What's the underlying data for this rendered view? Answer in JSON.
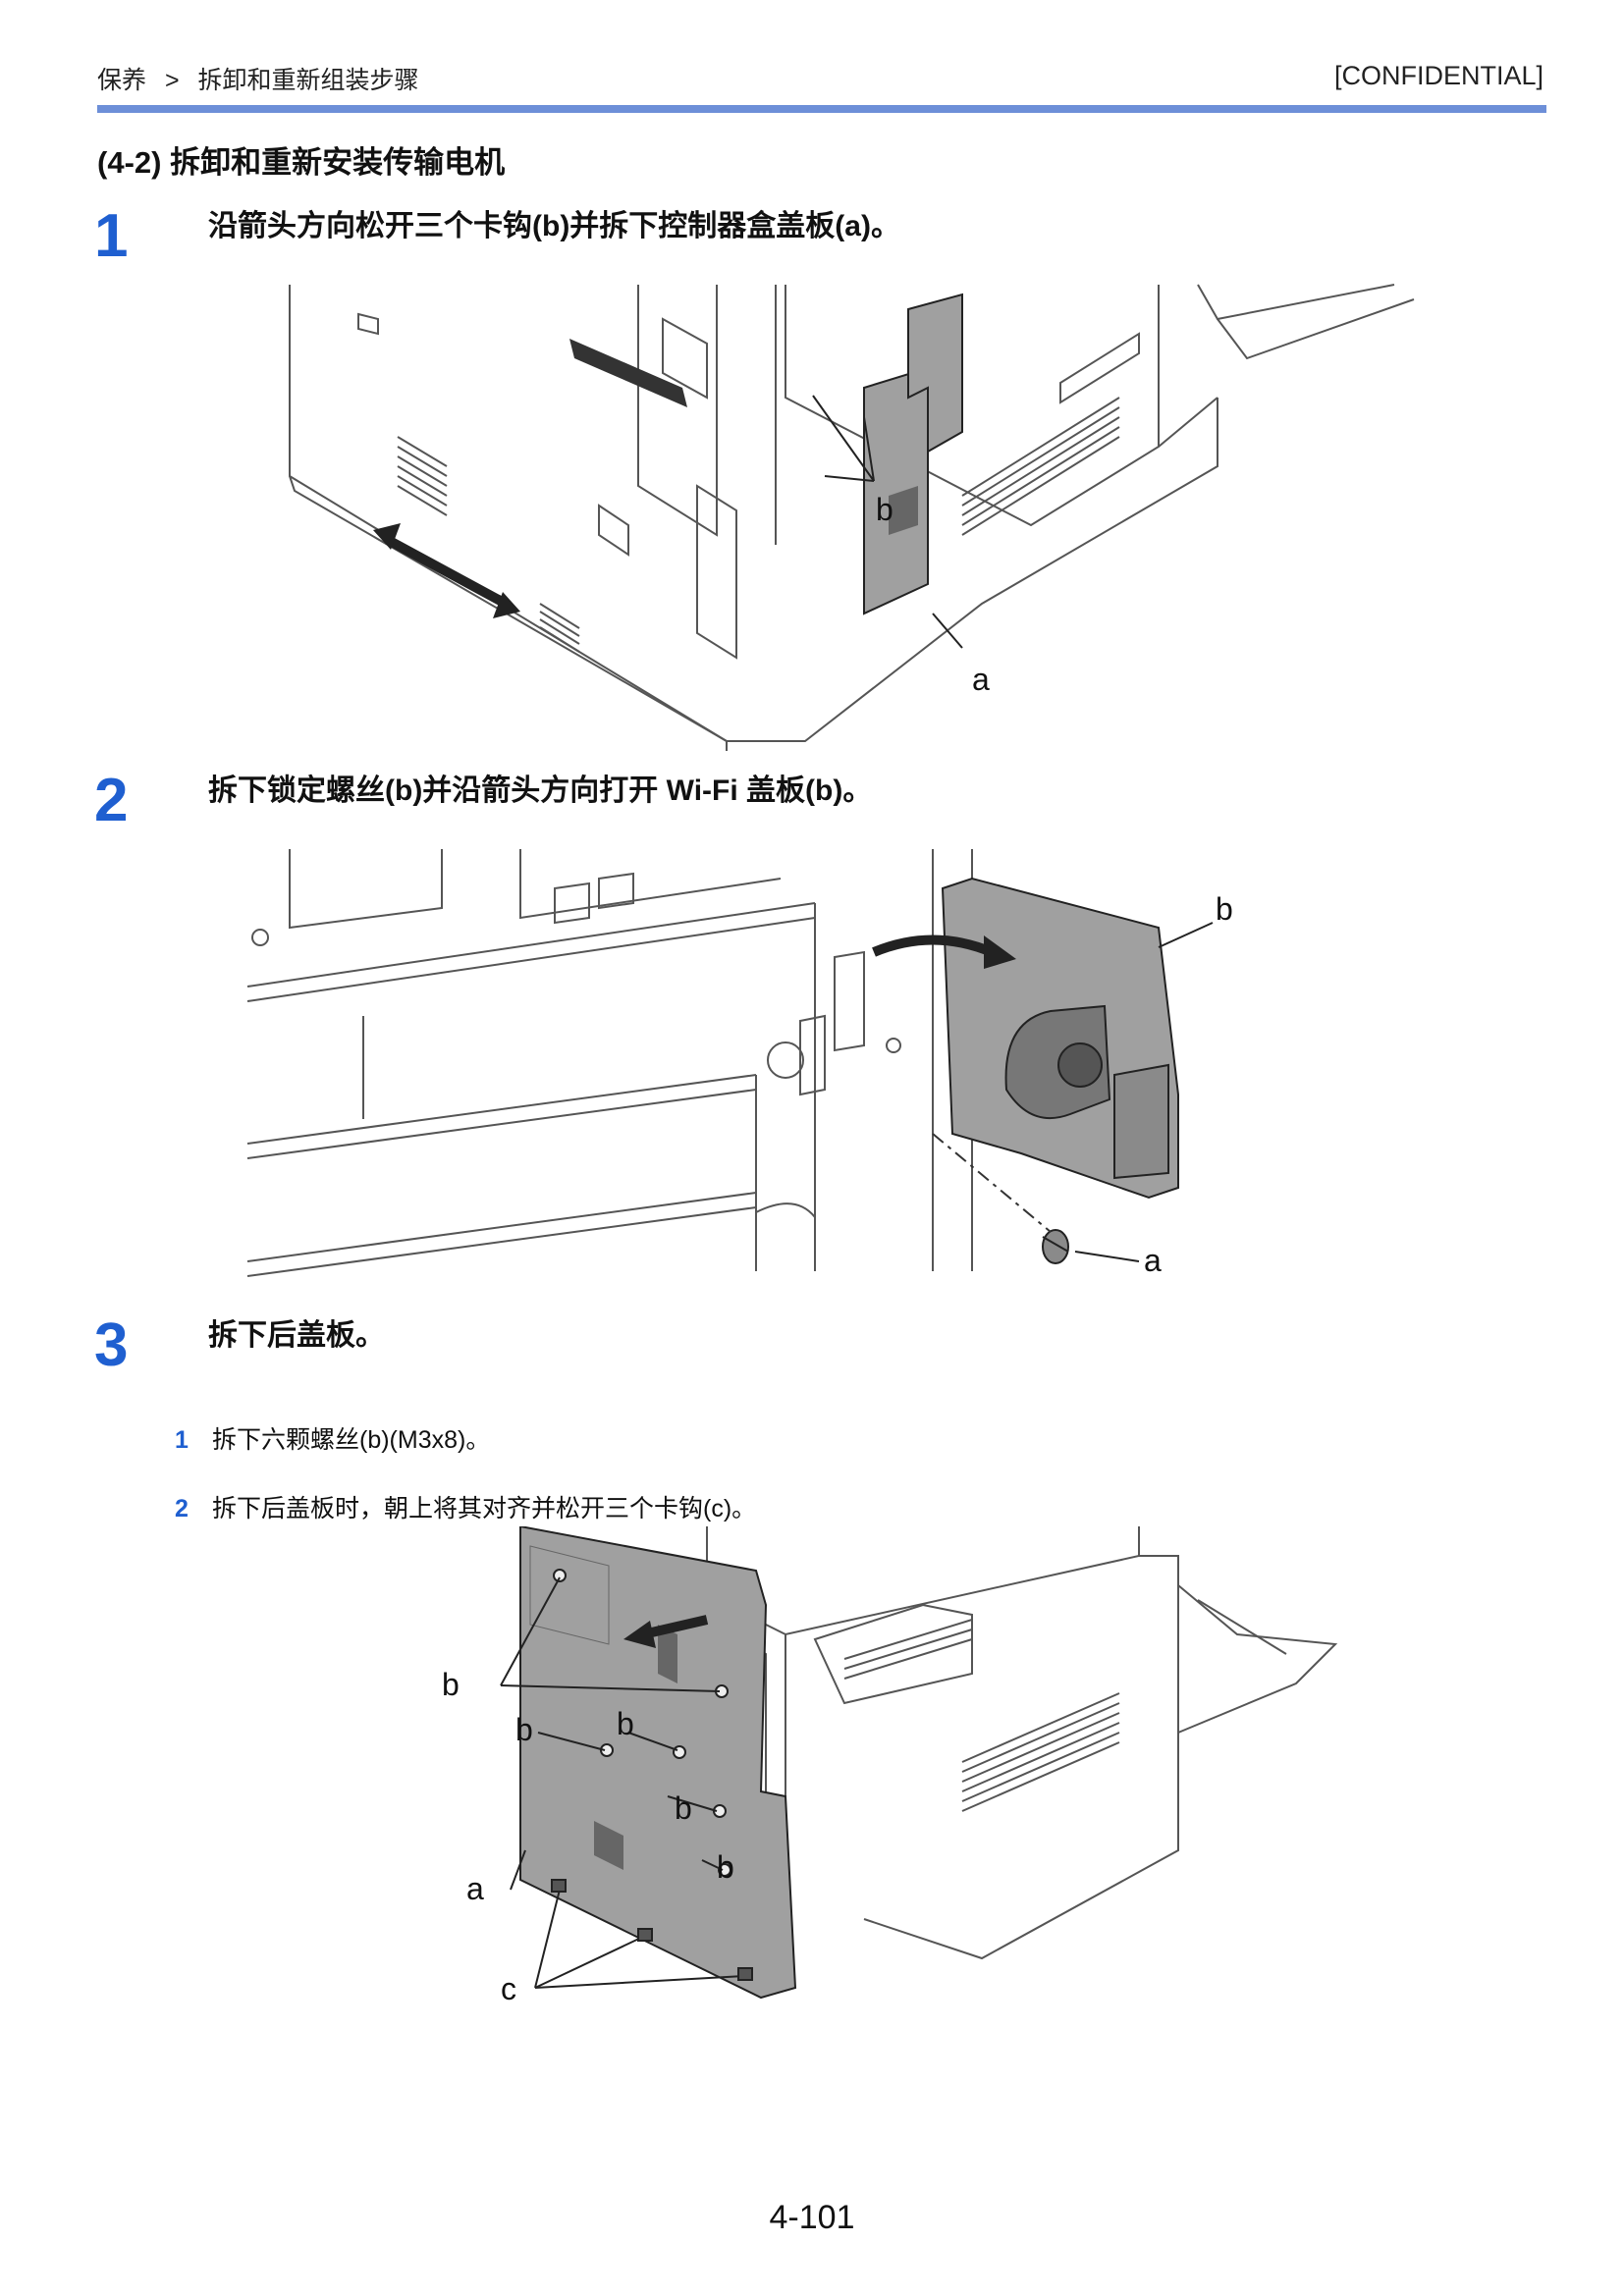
{
  "header": {
    "breadcrumb": [
      "保养",
      ">",
      "拆卸和重新组装步骤"
    ],
    "confidential": "[CONFIDENTIAL]"
  },
  "section_title": "(4-2) 拆卸和重新安装传输电机",
  "steps": [
    {
      "number": "1",
      "text": "沿箭头方向松开三个卡钩(b)并拆下控制器盒盖板(a)。"
    },
    {
      "number": "2",
      "text": "拆下锁定螺丝(b)并沿箭头方向打开  Wi-Fi  盖板(b)。"
    },
    {
      "number": "3",
      "text": "拆下后盖板。"
    }
  ],
  "substeps": [
    {
      "number": "1",
      "text": "拆下六颗螺丝(b)(M3x8)。"
    },
    {
      "number": "2",
      "text": "拆下后盖板时，朝上将其对齐并松开三个卡钩(c)。"
    }
  ],
  "figures": {
    "fig1": {
      "labels": [
        "b",
        "a"
      ]
    },
    "fig2": {
      "labels": [
        "b",
        "a"
      ]
    },
    "fig3": {
      "labels": [
        "b",
        "b",
        "b",
        "b",
        "b",
        "a",
        "c"
      ]
    }
  },
  "colors": {
    "accent": "#1f5fd0",
    "rule": "#6d8fd8",
    "panel_fill": "#a0a0a0"
  },
  "page_number": "4-101"
}
